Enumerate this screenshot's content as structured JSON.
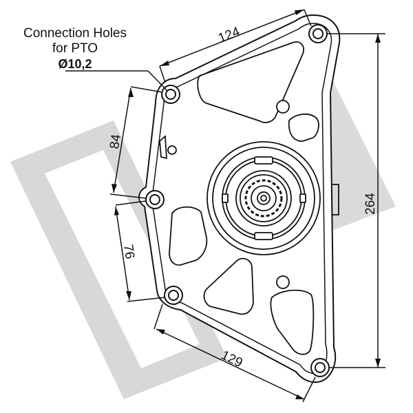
{
  "callout": {
    "line1": "Connection Holes",
    "line2": "for PTO",
    "diameter": "Ø10,2"
  },
  "dimensions": {
    "top_width": "124",
    "height": "264",
    "upper_spacing": "84",
    "lower_spacing": "76",
    "bottom_width": "129"
  },
  "colors": {
    "line": "#111111",
    "watermark": "#d6d6d6",
    "background": "#ffffff"
  }
}
